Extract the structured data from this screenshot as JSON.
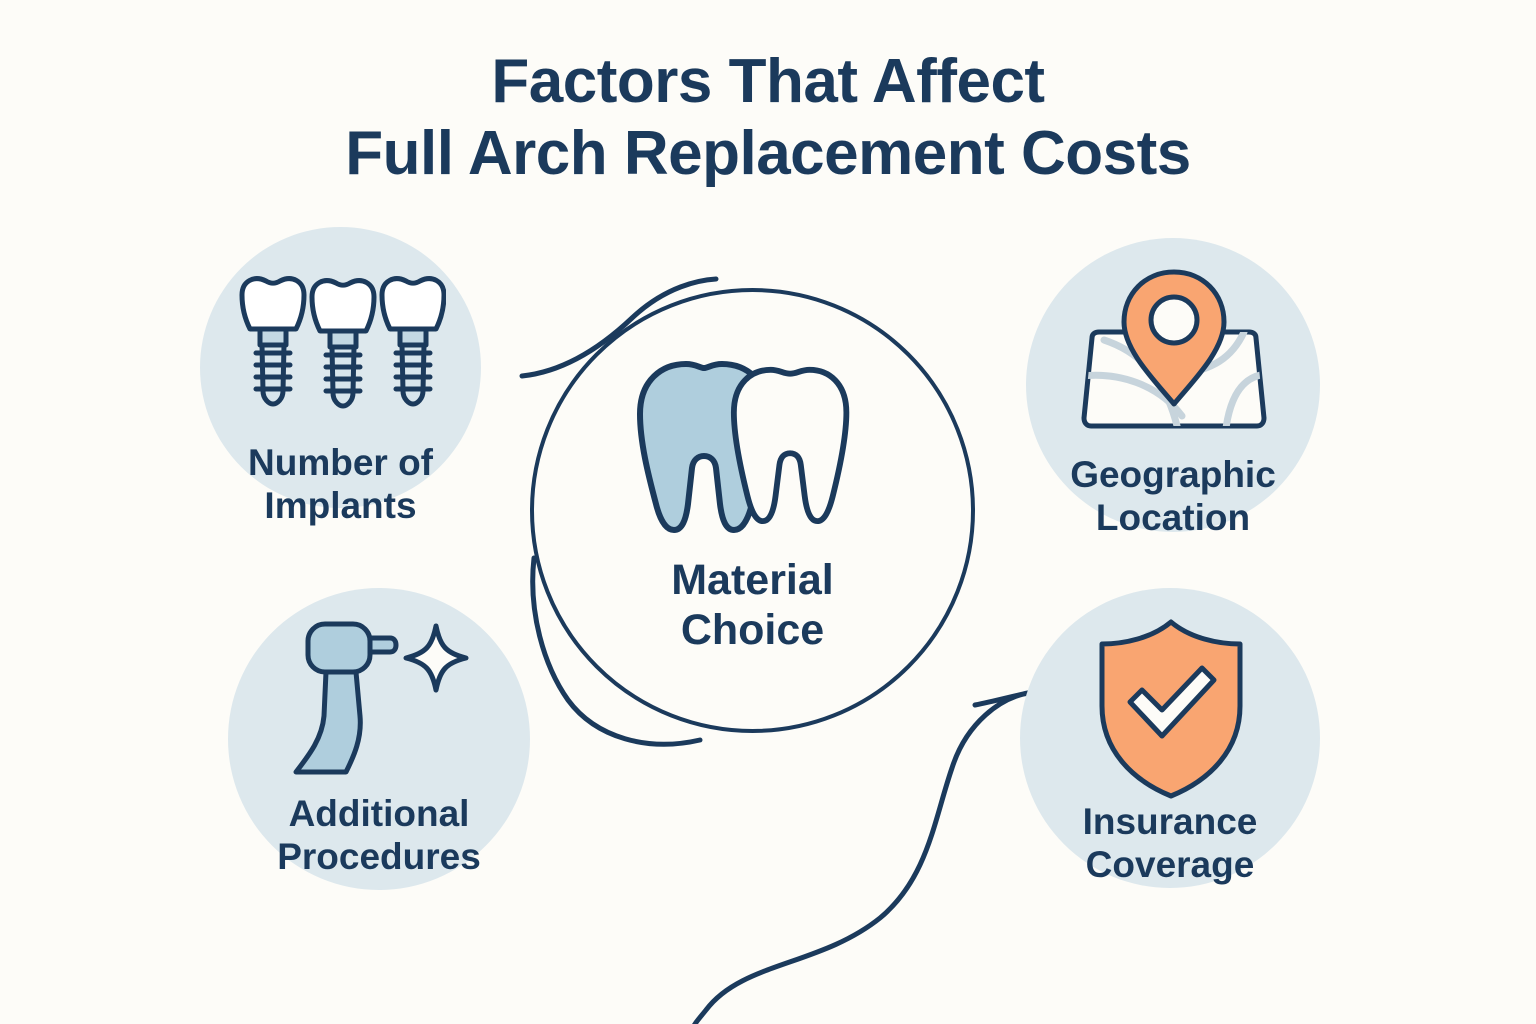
{
  "title": {
    "line1": "Factors That Affect",
    "line2": "Full Arch Replacement Costs"
  },
  "colors": {
    "background": "#FDFCF8",
    "ink": "#1B3A5C",
    "disc": "#DDE8ED",
    "accent_orange": "#F9A571",
    "accent_blue": "#AFCEDD",
    "road_grey": "#C7D4DC"
  },
  "center": {
    "label": "Material\nChoice",
    "icon": "two-teeth-icon"
  },
  "nodes": [
    {
      "key": "implants",
      "label": "Number of\nImplants",
      "icon": "dental-implants-icon"
    },
    {
      "key": "procedures",
      "label": "Additional\nProcedures",
      "icon": "dental-handpiece-icon"
    },
    {
      "key": "geo",
      "label": "Geographic\nLocation",
      "icon": "map-pin-icon"
    },
    {
      "key": "insurance",
      "label": "Insurance\nCoverage",
      "icon": "shield-check-icon"
    }
  ]
}
